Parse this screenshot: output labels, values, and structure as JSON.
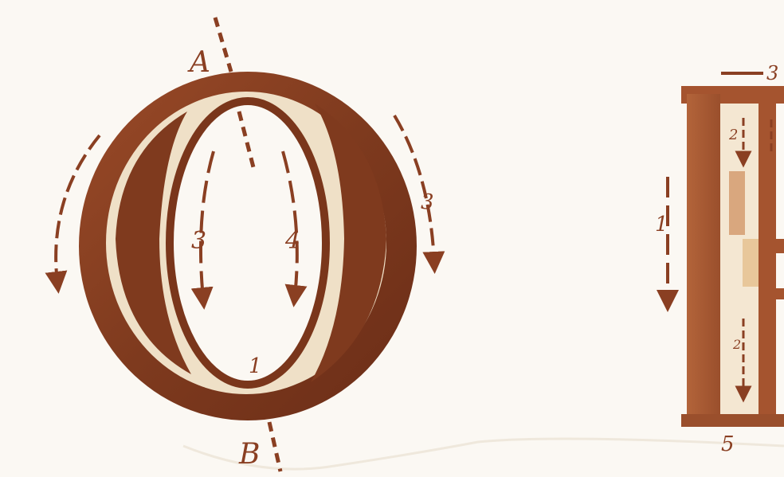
{
  "colors": {
    "ink": "#8a3f22",
    "ink_dark": "#6b2d17",
    "fill_light": "#efe0c7",
    "paper": "#fbf8f3"
  },
  "letter_o": {
    "label_top": "A",
    "label_bottom": "B",
    "stroke_numbers": [
      "3",
      "4",
      "1",
      "3"
    ]
  },
  "letter_e": {
    "stroke_numbers": [
      "1",
      "2",
      "3",
      "5",
      "2"
    ]
  }
}
